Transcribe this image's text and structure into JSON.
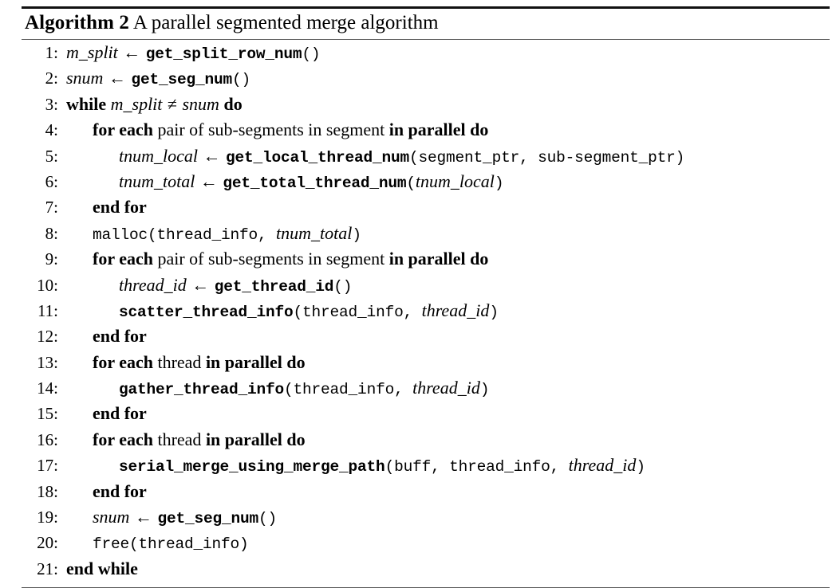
{
  "document": {
    "kind": "algorithm-float",
    "rules": {
      "top": "thick",
      "under_title": "thin",
      "bottom": "thin"
    }
  },
  "title": {
    "label": "Algorithm 2",
    "caption": "A parallel segmented merge algorithm",
    "separator": " "
  },
  "lines": [
    {
      "number": "1:",
      "indent": 0,
      "tokens": [
        {
          "type": "var",
          "text": "m_split"
        },
        {
          "type": "op",
          "text": " ← "
        },
        {
          "type": "fn",
          "text": "get_split_row_num"
        },
        {
          "type": "mono",
          "text": "()"
        }
      ]
    },
    {
      "number": "2:",
      "indent": 0,
      "tokens": [
        {
          "type": "var",
          "text": "snum"
        },
        {
          "type": "op",
          "text": " ← "
        },
        {
          "type": "fn",
          "text": "get_seg_num"
        },
        {
          "type": "mono",
          "text": "()"
        }
      ]
    },
    {
      "number": "3:",
      "indent": 0,
      "tokens": [
        {
          "type": "kw",
          "text": "while"
        },
        {
          "type": "sp",
          "text": " "
        },
        {
          "type": "var",
          "text": "m_split"
        },
        {
          "type": "op",
          "text": " ≠ "
        },
        {
          "type": "var",
          "text": "snum"
        },
        {
          "type": "sp",
          "text": " "
        },
        {
          "type": "kw",
          "text": "do"
        }
      ]
    },
    {
      "number": "4:",
      "indent": 1,
      "tokens": [
        {
          "type": "kw",
          "text": "for each"
        },
        {
          "type": "sp",
          "text": " "
        },
        {
          "type": "plain",
          "text": "pair of sub-segments in segment"
        },
        {
          "type": "sp",
          "text": " "
        },
        {
          "type": "kw",
          "text": "in parallel do"
        }
      ]
    },
    {
      "number": "5:",
      "indent": 2,
      "tokens": [
        {
          "type": "var",
          "text": "tnum_local"
        },
        {
          "type": "op",
          "text": " ← "
        },
        {
          "type": "fn",
          "text": "get_local_thread_num"
        },
        {
          "type": "mono",
          "text": "(segment_ptr, sub-segment_ptr)"
        }
      ]
    },
    {
      "number": "6:",
      "indent": 2,
      "tokens": [
        {
          "type": "var",
          "text": "tnum_total"
        },
        {
          "type": "op",
          "text": " ← "
        },
        {
          "type": "fn",
          "text": "get_total_thread_num"
        },
        {
          "type": "mono",
          "text": "("
        },
        {
          "type": "var",
          "text": "tnum_local"
        },
        {
          "type": "mono",
          "text": ")"
        }
      ]
    },
    {
      "number": "7:",
      "indent": 1,
      "tokens": [
        {
          "type": "kw",
          "text": "end for"
        }
      ]
    },
    {
      "number": "8:",
      "indent": 1,
      "tokens": [
        {
          "type": "mono",
          "text": "malloc(thread_info, "
        },
        {
          "type": "var",
          "text": "tnum_total"
        },
        {
          "type": "mono",
          "text": ")"
        }
      ]
    },
    {
      "number": "9:",
      "indent": 1,
      "tokens": [
        {
          "type": "kw",
          "text": "for each"
        },
        {
          "type": "sp",
          "text": " "
        },
        {
          "type": "plain",
          "text": "pair of sub-segments in segment"
        },
        {
          "type": "sp",
          "text": " "
        },
        {
          "type": "kw",
          "text": "in parallel do"
        }
      ]
    },
    {
      "number": "10:",
      "indent": 2,
      "tokens": [
        {
          "type": "var",
          "text": "thread_id"
        },
        {
          "type": "op",
          "text": " ← "
        },
        {
          "type": "fn",
          "text": "get_thread_id"
        },
        {
          "type": "mono",
          "text": "()"
        }
      ]
    },
    {
      "number": "11:",
      "indent": 2,
      "tokens": [
        {
          "type": "fn",
          "text": "scatter_thread_info"
        },
        {
          "type": "mono",
          "text": "(thread_info, "
        },
        {
          "type": "var",
          "text": "thread_id"
        },
        {
          "type": "mono",
          "text": ")"
        }
      ]
    },
    {
      "number": "12:",
      "indent": 1,
      "tokens": [
        {
          "type": "kw",
          "text": "end for"
        }
      ]
    },
    {
      "number": "13:",
      "indent": 1,
      "tokens": [
        {
          "type": "kw",
          "text": "for each"
        },
        {
          "type": "sp",
          "text": " "
        },
        {
          "type": "plain",
          "text": "thread"
        },
        {
          "type": "sp",
          "text": " "
        },
        {
          "type": "kw",
          "text": "in parallel do"
        }
      ]
    },
    {
      "number": "14:",
      "indent": 2,
      "tokens": [
        {
          "type": "fn",
          "text": "gather_thread_info"
        },
        {
          "type": "mono",
          "text": "(thread_info, "
        },
        {
          "type": "var",
          "text": "thread_id"
        },
        {
          "type": "mono",
          "text": ")"
        }
      ]
    },
    {
      "number": "15:",
      "indent": 1,
      "tokens": [
        {
          "type": "kw",
          "text": "end for"
        }
      ]
    },
    {
      "number": "16:",
      "indent": 1,
      "tokens": [
        {
          "type": "kw",
          "text": "for each"
        },
        {
          "type": "sp",
          "text": " "
        },
        {
          "type": "plain",
          "text": "thread"
        },
        {
          "type": "sp",
          "text": " "
        },
        {
          "type": "kw",
          "text": "in parallel do"
        }
      ]
    },
    {
      "number": "17:",
      "indent": 2,
      "tokens": [
        {
          "type": "fn",
          "text": "serial_merge_using_merge_path"
        },
        {
          "type": "mono",
          "text": "(buff, thread_info, "
        },
        {
          "type": "var",
          "text": "thread_id"
        },
        {
          "type": "mono",
          "text": ")"
        }
      ]
    },
    {
      "number": "18:",
      "indent": 1,
      "tokens": [
        {
          "type": "kw",
          "text": "end for"
        }
      ]
    },
    {
      "number": "19:",
      "indent": 1,
      "tokens": [
        {
          "type": "var",
          "text": "snum"
        },
        {
          "type": "op",
          "text": " ← "
        },
        {
          "type": "fn",
          "text": "get_seg_num"
        },
        {
          "type": "mono",
          "text": "()"
        }
      ]
    },
    {
      "number": "20:",
      "indent": 1,
      "tokens": [
        {
          "type": "mono",
          "text": "free(thread_info)"
        }
      ]
    },
    {
      "number": "21:",
      "indent": 0,
      "tokens": [
        {
          "type": "kw",
          "text": "end while"
        }
      ]
    }
  ]
}
